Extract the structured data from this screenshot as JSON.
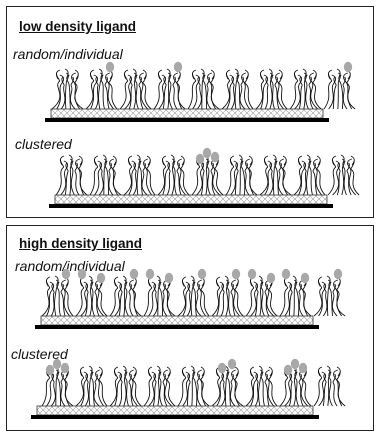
{
  "panels": {
    "low": {
      "title": "low density ligand",
      "row_random_label": "random/individual",
      "row_clustered_label": "clustered"
    },
    "high": {
      "title": "high density ligand",
      "row_random_label": "random/individual",
      "row_clustered_label": "clustered"
    }
  },
  "colors": {
    "ligand": "#a8a8a8",
    "strand": "#111111",
    "substrate_hatch": "#9a9a9a",
    "base_bar": "#000000"
  },
  "diagram": {
    "low_random": {
      "molecules": 9,
      "ligands_per_molecule": [
        0,
        1,
        0,
        1,
        0,
        0,
        0,
        0,
        1
      ],
      "ligands_clustered": false
    },
    "low_clustered": {
      "molecules": 9,
      "ligands_per_molecule": [
        0,
        0,
        0,
        0,
        3,
        0,
        0,
        0,
        0
      ],
      "ligands_clustered": true
    },
    "high_random": {
      "molecules": 9,
      "ligands_per_molecule": [
        1,
        2,
        1,
        2,
        1,
        1,
        2,
        2,
        1
      ],
      "ligands_clustered": false
    },
    "high_clustered": {
      "molecules": 9,
      "ligands_per_molecule": [
        3,
        0,
        0,
        0,
        0,
        2,
        0,
        3,
        0
      ],
      "ligands_clustered": true
    }
  }
}
